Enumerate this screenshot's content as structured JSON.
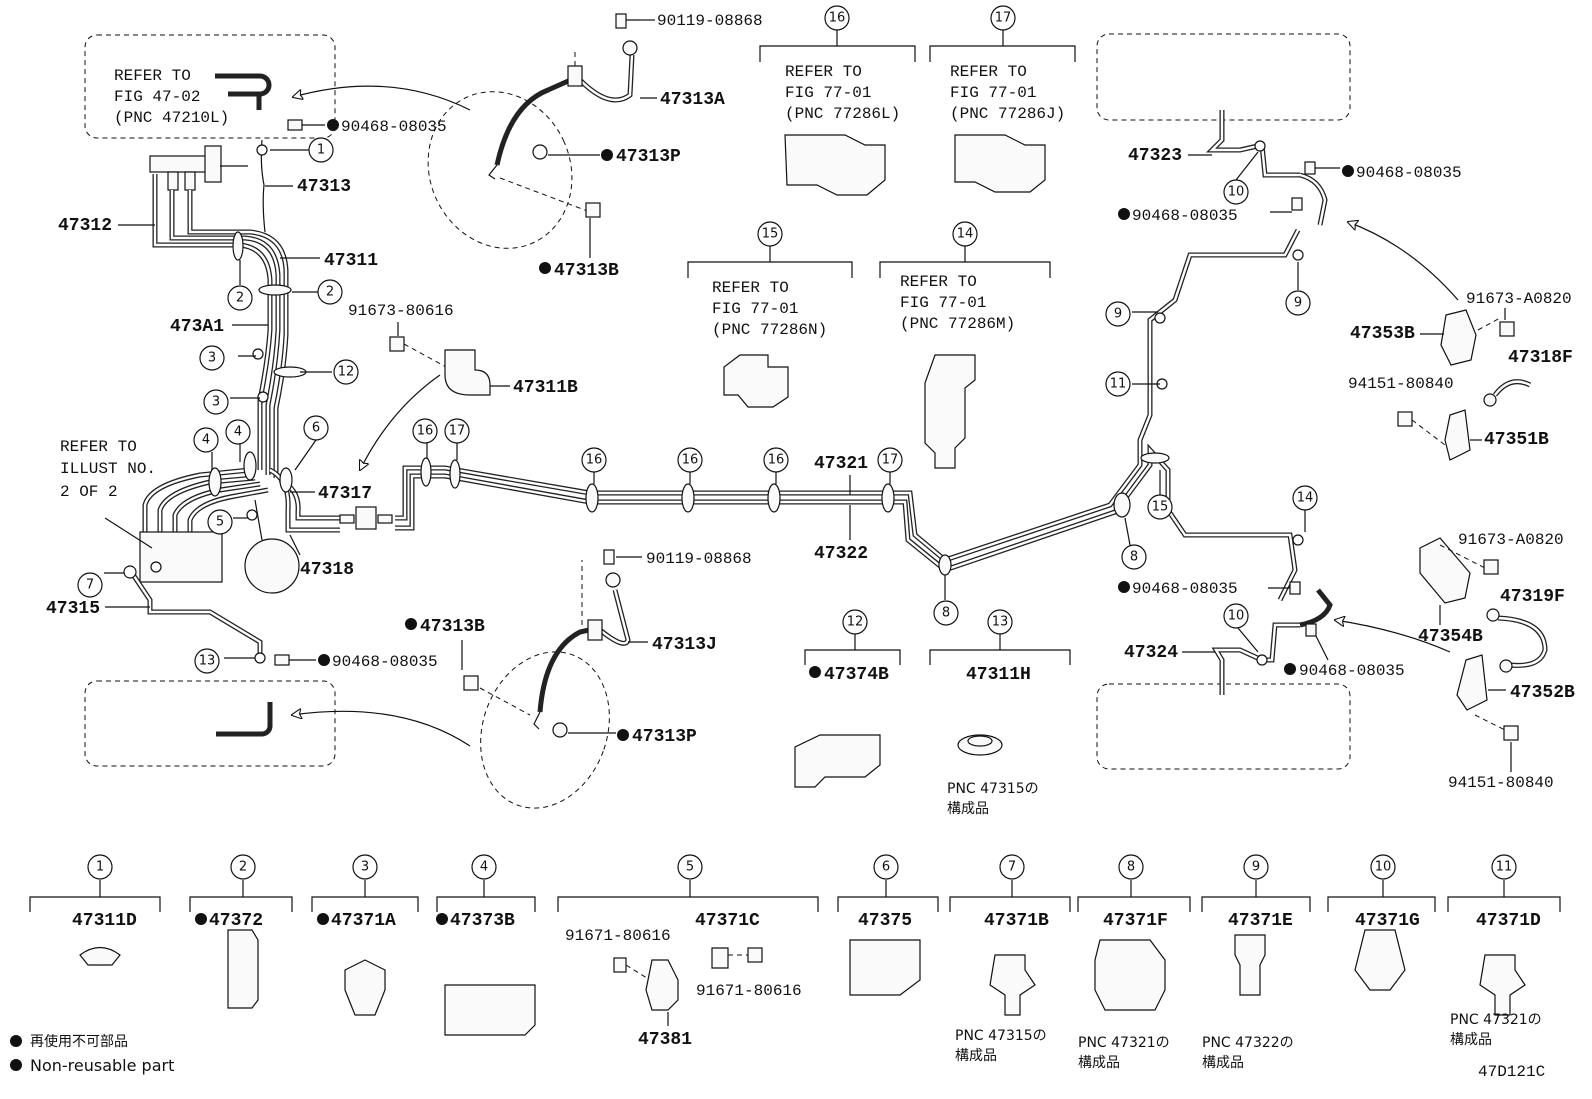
{
  "diagram_code": "47D121C",
  "legend": {
    "jp": "再使用不可部品",
    "en": "Non-reusable part"
  },
  "part_labels": {
    "p1": "47313",
    "p2": "47312",
    "p3": "47311",
    "p4": "473A1",
    "p5": "47311B",
    "p6": "47317",
    "p7": "47318",
    "p8": "47315",
    "p9": "47313A",
    "p10": "47313P",
    "p11": "47313B",
    "p12": "47313J",
    "p13": "47313B",
    "p14": "47313P",
    "p15": "47321",
    "p16": "47322",
    "p17": "47323",
    "p18": "47324",
    "p19": "47353B",
    "p20": "47318F",
    "p21": "47351B",
    "p22": "47354B",
    "p23": "47319F",
    "p24": "47352B",
    "p25": "47374B",
    "p26": "47311H"
  },
  "bolt_labels": {
    "b1": "90468-08035",
    "b2": "90119-08868",
    "b3": "91673-80616",
    "b4": "90119-08868",
    "b5": "90468-08035",
    "b6": "90468-08035",
    "b7": "90468-08035",
    "b8": "90468-08035",
    "b9": "90468-08035",
    "b10": "91673-A0820",
    "b11": "94151-80840",
    "b12": "91673-A0820",
    "b13": "94151-80840"
  },
  "refer_boxes": {
    "r1": [
      "REFER TO",
      "FIG 47-02",
      "(PNC 47210L)"
    ],
    "r2": [
      "REFER TO",
      "FIG 77-01",
      "(PNC 77286L)"
    ],
    "r3": [
      "REFER TO",
      "FIG 77-01",
      "(PNC 77286J)"
    ],
    "r4": [
      "REFER TO",
      "FIG 77-01",
      "(PNC 77286N)"
    ],
    "r5": [
      "REFER TO",
      "FIG 77-01",
      "(PNC 77286M)"
    ],
    "r6": [
      "REFER TO",
      "ILLUST NO.",
      "2 OF 2"
    ]
  },
  "notes": {
    "n1": [
      "PNC 47315の",
      "構成品"
    ],
    "n2": [
      "PNC 47315の",
      "構成品"
    ],
    "n3": [
      "PNC 47321の",
      "構成品"
    ],
    "n4": [
      "PNC 47322の",
      "構成品"
    ],
    "n5": [
      "PNC 47321の",
      "構成品"
    ]
  },
  "bottom_groups": [
    {
      "num": "1",
      "part": "47311D",
      "non_reusable": false
    },
    {
      "num": "2",
      "part": "47372",
      "non_reusable": true
    },
    {
      "num": "3",
      "part": "47371A",
      "non_reusable": true
    },
    {
      "num": "4",
      "part": "47373B",
      "non_reusable": true
    },
    {
      "num": "5",
      "part": "47371C",
      "non_reusable": false
    },
    {
      "num": "6",
      "part": "47375",
      "non_reusable": false
    },
    {
      "num": "7",
      "part": "47371B",
      "non_reusable": false
    },
    {
      "num": "8",
      "part": "47371F",
      "non_reusable": false
    },
    {
      "num": "9",
      "part": "47371E",
      "non_reusable": false
    },
    {
      "num": "10",
      "part": "47371G",
      "non_reusable": false
    },
    {
      "num": "11",
      "part": "47371D",
      "non_reusable": false
    }
  ],
  "group5_extra": {
    "bolt_a": "91671-80616",
    "bolt_b": "91671-80616",
    "bracket": "47381"
  },
  "top_groups": {
    "g12": {
      "num": "12",
      "part": "47374B"
    },
    "g13": {
      "num": "13",
      "part": "47311H"
    },
    "g14": {
      "num": "14"
    },
    "g15": {
      "num": "15"
    },
    "g16": {
      "num": "16"
    },
    "g17": {
      "num": "17"
    }
  },
  "callouts": {
    "c1": "1",
    "c2": "2",
    "c3": "2",
    "c4": "3",
    "c5": "3",
    "c6": "12",
    "c7": "4",
    "c8": "4",
    "c9": "6",
    "c10": "5",
    "c11": "7",
    "c12": "13",
    "c13": "16",
    "c14": "17",
    "c15": "16",
    "c16": "16",
    "c17": "16",
    "c18": "17",
    "c19": "8",
    "c20": "9",
    "c21": "11",
    "c22": "8",
    "c23": "15",
    "c24": "14",
    "c25": "10",
    "c26": "9",
    "c27": "10"
  }
}
